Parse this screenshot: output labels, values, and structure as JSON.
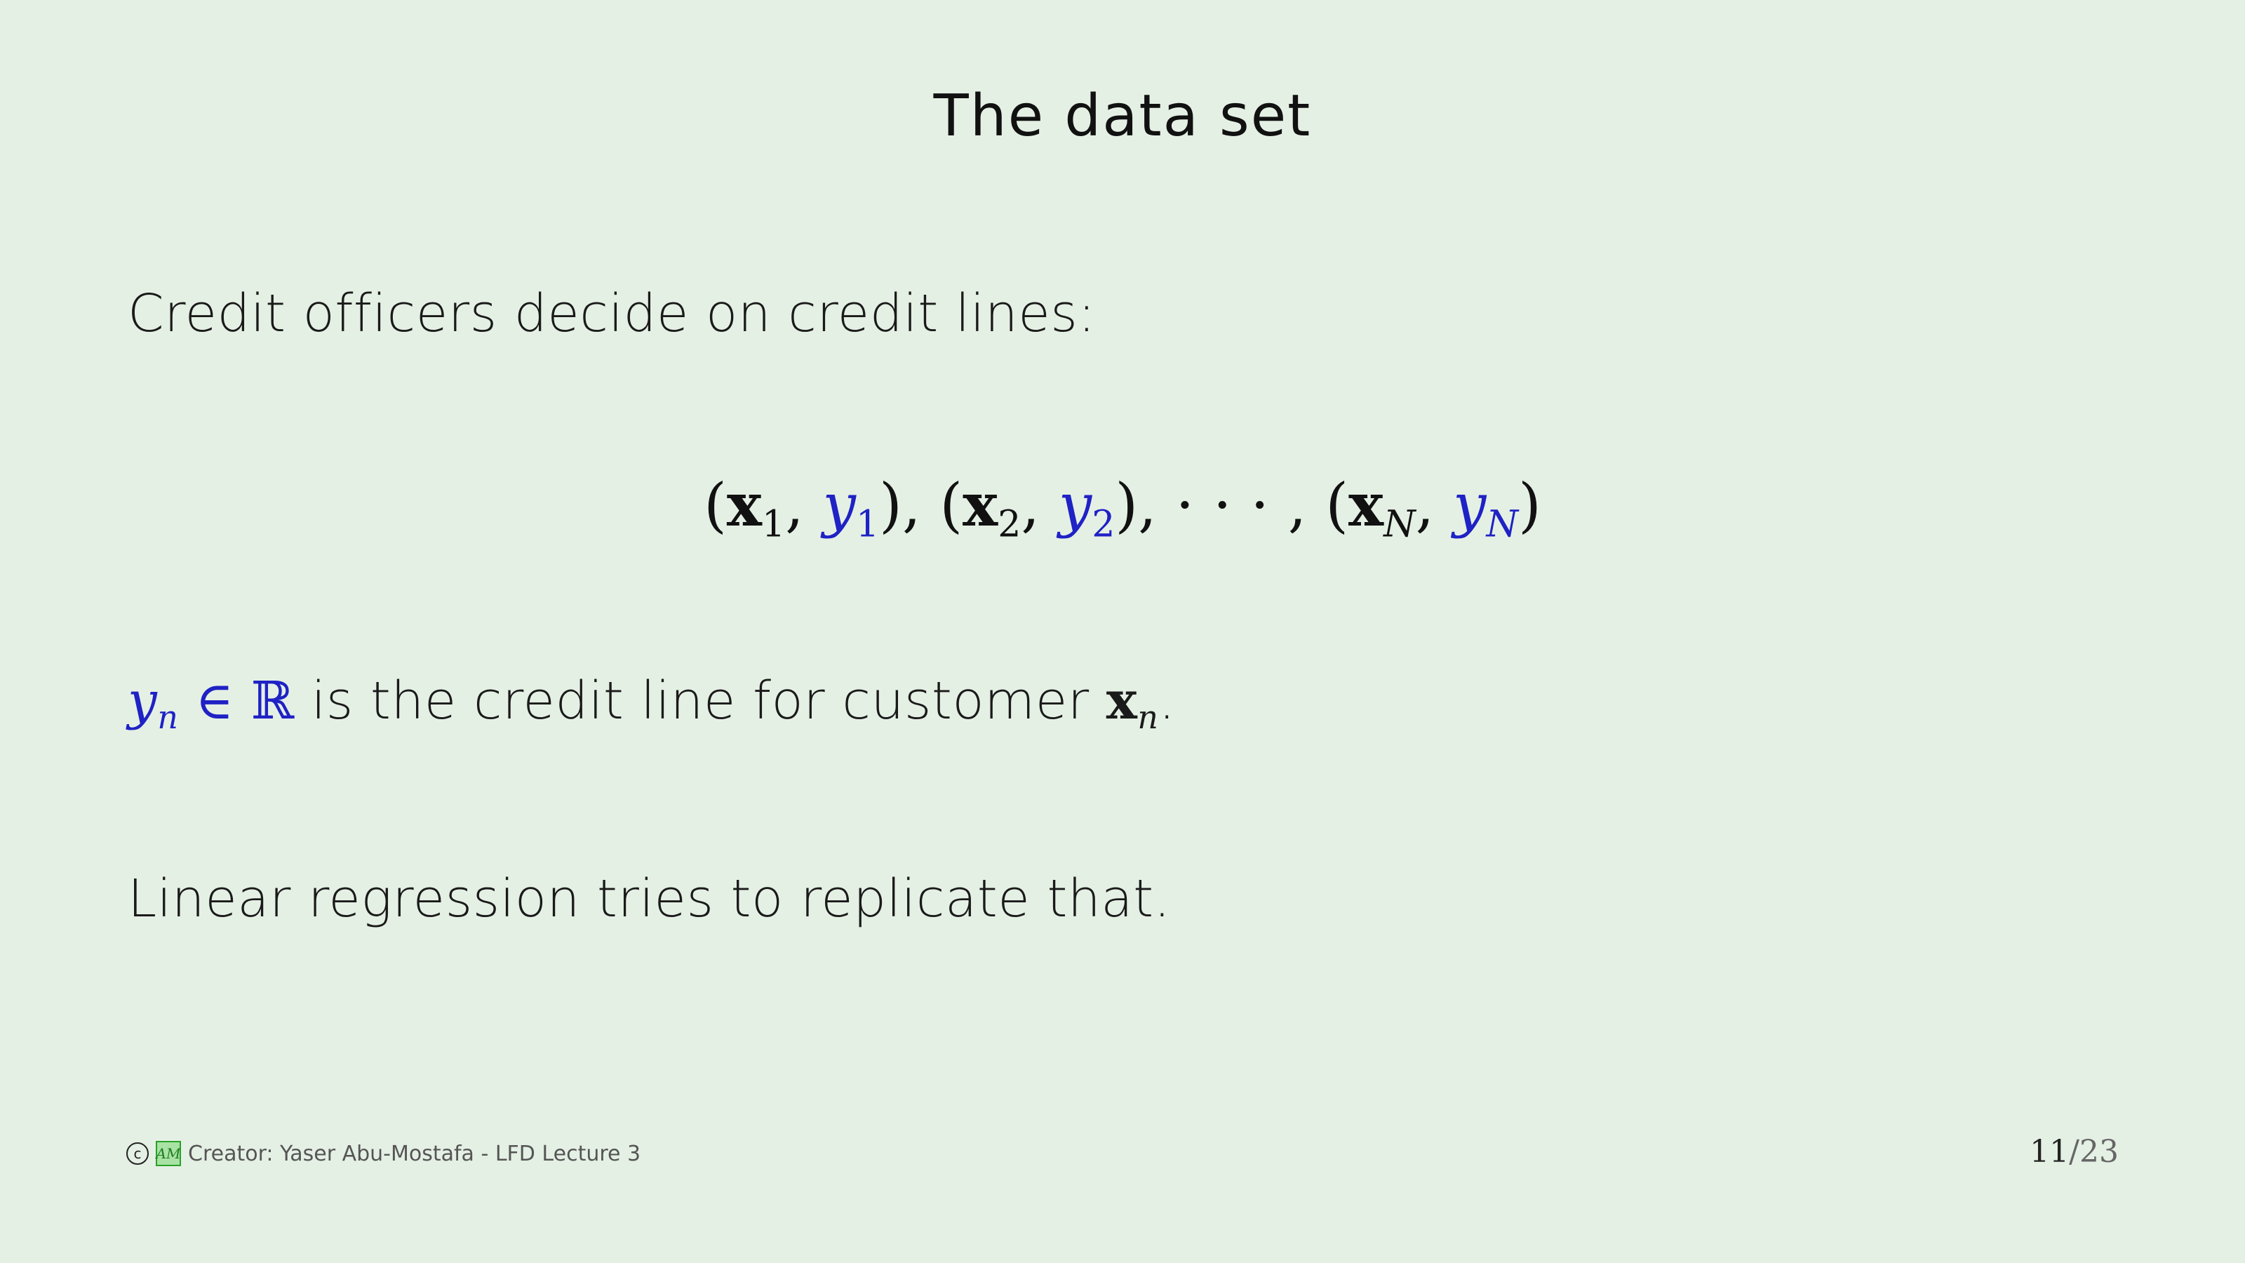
{
  "slide": {
    "title": "The data set",
    "line1": "Credit officers decide on credit lines:",
    "equation": {
      "pairs": [
        {
          "x": "x",
          "x_sub": "1",
          "y": "y",
          "y_sub": "1"
        },
        {
          "x": "x",
          "x_sub": "2",
          "y": "y",
          "y_sub": "2"
        },
        {
          "x": "x",
          "x_sub": "N",
          "y": "y",
          "y_sub": "N"
        }
      ],
      "ellipsis": "· · ·"
    },
    "line3": {
      "var": "y",
      "var_sub": "n",
      "member": "∈",
      "set": "ℝ",
      "text": "is the credit line for customer",
      "x": "x",
      "x_sub": "n",
      "end": "."
    },
    "line4": "Linear regression tries to replicate that."
  },
  "footer": {
    "copyright_symbol": "c",
    "logo_text": "AM",
    "credit": "Creator: Yaser Abu-Mostafa - LFD Lecture 3",
    "page_current": "11",
    "page_sep": "/",
    "page_total": "23"
  },
  "colors": {
    "background": "#e5f0e5",
    "math_blue": "#1f22c4",
    "logo_green": "#27a327"
  }
}
